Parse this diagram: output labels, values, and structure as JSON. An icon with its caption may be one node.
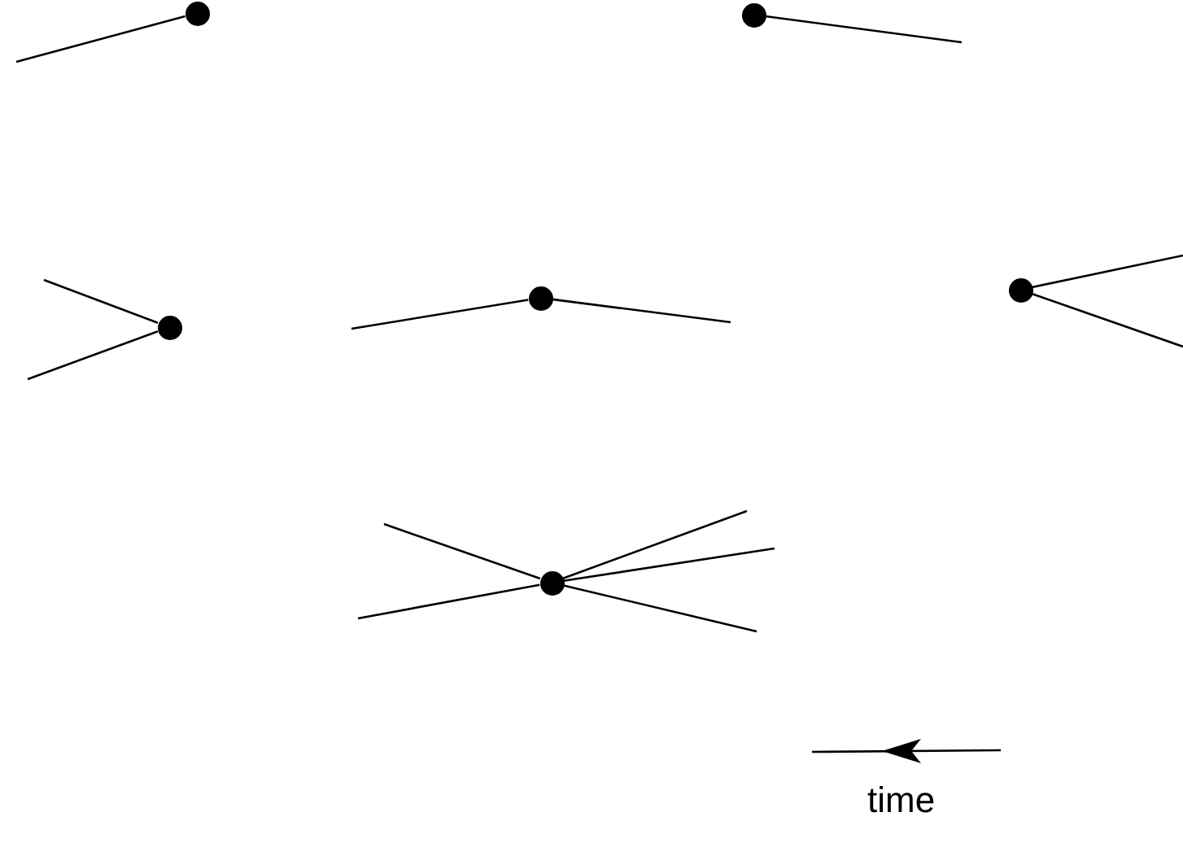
{
  "diagram": {
    "nodes": [
      {
        "text": [],
        "shape": "circle"
      },
      {
        "text": [],
        "shape": "circle"
      },
      {
        "text": [],
        "shape": "circle"
      },
      {
        "text": [],
        "shape": "circle"
      },
      {
        "text": [],
        "shape": "circle"
      },
      {
        "text": [],
        "shape": "circle"
      }
    ],
    "edges": [
      {
        "from": 0,
        "to": null,
        "arrow": "none"
      },
      {
        "from": 1,
        "to": null,
        "arrow": "none"
      },
      {
        "from": 2,
        "to": null,
        "arrow": "none"
      },
      {
        "from": 2,
        "to": null,
        "arrow": "none"
      },
      {
        "from": 3,
        "to": null,
        "arrow": "none"
      },
      {
        "from": 3,
        "to": null,
        "arrow": "none"
      },
      {
        "from": 4,
        "to": null,
        "arrow": "none"
      },
      {
        "from": 4,
        "to": null,
        "arrow": "none"
      },
      {
        "from": 5,
        "to": null,
        "arrow": "none"
      },
      {
        "from": 5,
        "to": null,
        "arrow": "none"
      },
      {
        "from": 5,
        "to": null,
        "arrow": "none"
      },
      {
        "from": 5,
        "to": null,
        "arrow": "none"
      },
      {
        "from": 5,
        "to": null,
        "arrow": "none"
      }
    ],
    "labels": [
      "time"
    ]
  }
}
